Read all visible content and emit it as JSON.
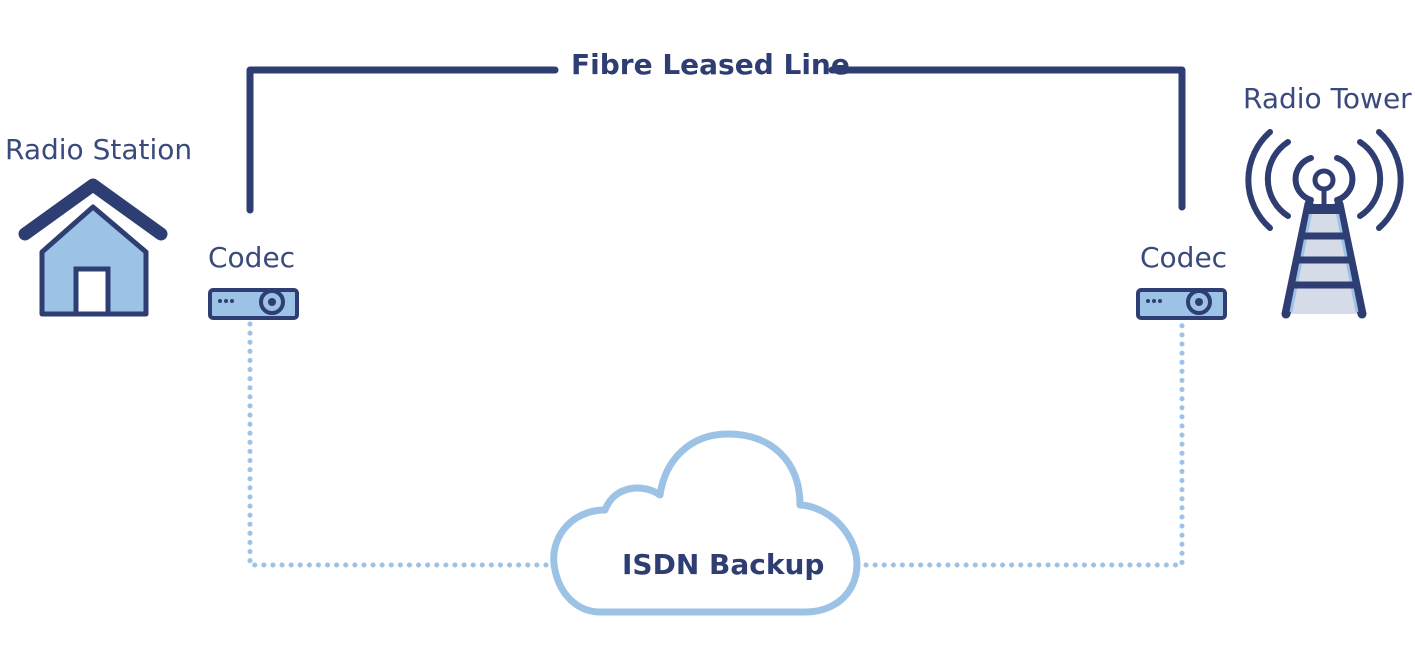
{
  "colors": {
    "dark_blue": "#2e3d72",
    "light_blue": "#9cc3e6",
    "text_blue": "#3a4a7c",
    "background": "#ffffff"
  },
  "nodes": {
    "radio_station": {
      "label": "Radio Station",
      "icon": "house-icon"
    },
    "codec_left": {
      "label": "Codec",
      "icon": "codec-device-icon"
    },
    "codec_right": {
      "label": "Codec",
      "icon": "codec-device-icon"
    },
    "radio_tower": {
      "label": "Radio Tower",
      "icon": "radio-tower-icon"
    },
    "isdn_cloud": {
      "label": "ISDN Backup",
      "icon": "cloud-icon"
    }
  },
  "links": {
    "primary": {
      "label": "Fibre Leased Line",
      "style": "solid"
    },
    "backup": {
      "label": "ISDN Backup",
      "style": "dotted"
    }
  }
}
